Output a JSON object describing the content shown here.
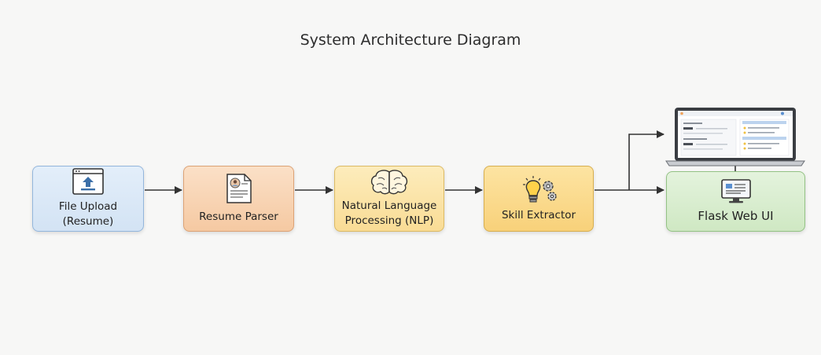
{
  "diagram": {
    "title": "System Architecture Diagram",
    "nodes": [
      {
        "id": "file-upload",
        "label": "File Upload\n(Resume)",
        "icon": "upload-window-icon"
      },
      {
        "id": "resume-parser",
        "label": "Resume Parser",
        "icon": "resume-document-icon"
      },
      {
        "id": "nlp",
        "label": "Natural Language\nProcessing (NLP)",
        "icon": "brain-icon"
      },
      {
        "id": "skill-extractor",
        "label": "Skill Extractor",
        "icon": "lightbulb-gears-icon"
      },
      {
        "id": "flask-web-ui",
        "label": "Flask Web UI",
        "icon": "monitor-icon"
      }
    ],
    "extra_icons": [
      "laptop-dashboard-icon"
    ],
    "edges": [
      {
        "from": "file-upload",
        "to": "resume-parser"
      },
      {
        "from": "resume-parser",
        "to": "nlp"
      },
      {
        "from": "nlp",
        "to": "skill-extractor"
      },
      {
        "from": "skill-extractor",
        "to": "flask-web-ui"
      },
      {
        "from": "skill-extractor",
        "to": "laptop"
      }
    ],
    "colors": {
      "file_upload": "#d9e7f6",
      "resume_parser": "#f8d3b2",
      "nlp": "#fbe3a6",
      "skill_extractor": "#fbd88a",
      "flask_web_ui": "#d8eccf",
      "arrow": "#333333"
    }
  }
}
